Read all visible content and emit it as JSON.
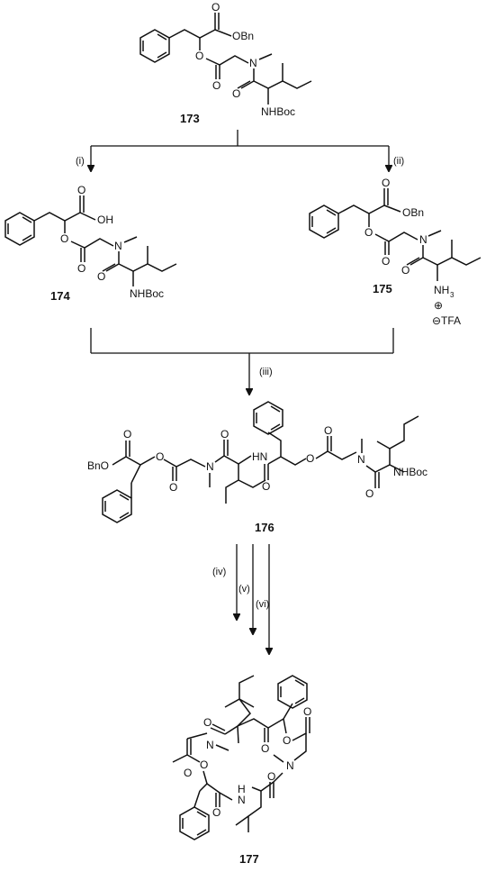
{
  "compounds": {
    "c173": "173",
    "c174": "174",
    "c175": "175",
    "c176": "176",
    "c177": "177"
  },
  "steps": {
    "s1": "(i)",
    "s2": "(ii)",
    "s3": "(iii)",
    "s4": "(iv)",
    "s5": "(v)",
    "s6": "(vi)"
  },
  "atoms": {
    "obn": "OBn",
    "bno": "BnO",
    "o": "O",
    "oh": "OH",
    "n": "N",
    "hn": "HN",
    "h": "H",
    "nhboc": "NHBoc",
    "nh3": "NH",
    "sub3": "3",
    "plus": "⊕",
    "tfa": "⊖TFA"
  }
}
